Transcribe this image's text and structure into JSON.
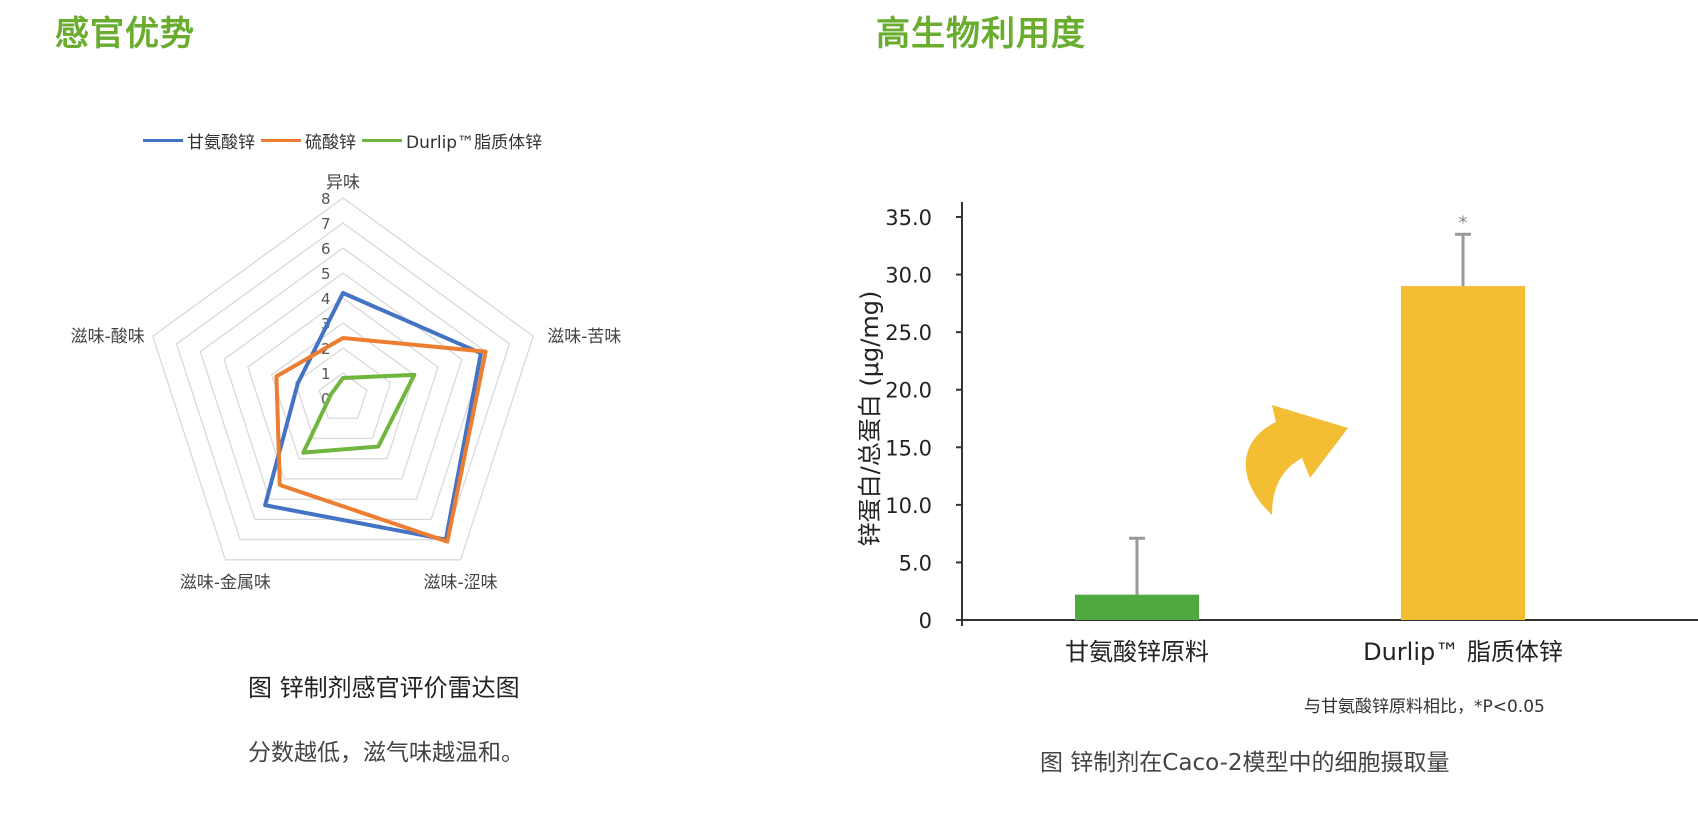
{
  "left": {
    "title": "感官优势",
    "caption": "图 锌制剂感官评价雷达图",
    "note": "分数越低，滋气味越温和。"
  },
  "right": {
    "title": "高生物利用度",
    "caption": "图 锌制剂在Caco-2模型中的细胞摄取量",
    "sig_note": "与甘氨酸锌原料相比，*P<0.05"
  },
  "chart_data": [
    {
      "type": "radar",
      "axes": [
        "异味",
        "滋味-苦味",
        "滋味-涩味",
        "滋味-金属味",
        "滋味-酸味"
      ],
      "range": [
        0,
        8
      ],
      "ticks": [
        "0",
        "1",
        "2",
        "3",
        "4",
        "5",
        "6",
        "7",
        "8"
      ],
      "series": [
        {
          "name": "甘氨酸锌",
          "color": "#4472c4",
          "values": [
            4.2,
            5.8,
            7.0,
            5.3,
            1.9
          ]
        },
        {
          "name": "硫酸锌",
          "color": "#ed7d31",
          "values": [
            2.4,
            6.0,
            7.1,
            4.3,
            2.8
          ]
        },
        {
          "name": "Durlip™脂质体锌",
          "color": "#70b63e",
          "values": [
            0.8,
            3.0,
            2.4,
            2.7,
            0.5
          ]
        }
      ]
    },
    {
      "type": "bar",
      "categories": [
        "甘氨酸锌原料",
        "Durlip™ 脂质体锌"
      ],
      "values": [
        2.2,
        29.0
      ],
      "errors": [
        4.9,
        4.5
      ],
      "colors": [
        "#4eaa3e",
        "#f3bd34"
      ],
      "significance": [
        "",
        "*"
      ],
      "ylabel": "锌蛋白/总蛋白 (μg/mg)",
      "ylim": [
        0,
        35
      ],
      "yticks": [
        "0",
        "5.0",
        "10.0",
        "15.0",
        "20.0",
        "25.0",
        "30.0",
        "35.0"
      ]
    }
  ]
}
